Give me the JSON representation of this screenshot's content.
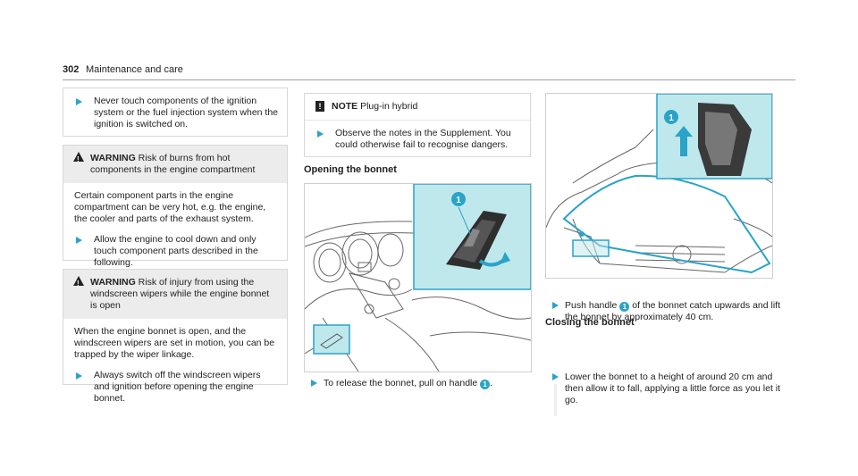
{
  "header": {
    "page_number": "302",
    "section_title": "Maintenance and care"
  },
  "left_column": {
    "intro_step": "Never touch components of the ignition system or the fuel injection system when the ignition is switched on.",
    "warning1": {
      "label": "WARNING",
      "title": "Risk of burns from hot components in the engine compartment",
      "body": "Certain component parts in the engine compartment can be very hot, e.g. the engine, the cooler and parts of the exhaust system.",
      "step": "Allow the engine to cool down and only touch component parts described in the following."
    },
    "warning2": {
      "label": "WARNING",
      "title": "Risk of injury from using the windscreen wipers while the engine bonnet is open",
      "body": "When the engine bonnet is open, and the windscreen wipers are set in motion, you can be trapped by the wiper linkage.",
      "step": "Always switch off the windscreen wipers and ignition before opening the engine bonnet."
    }
  },
  "middle_column": {
    "note": {
      "label": "NOTE",
      "title": "Plug-in hybrid",
      "step": "Observe the notes in the Supplement. You could otherwise fail to recognise dangers."
    },
    "section_heading": "Opening the bonnet",
    "figure_callout": "1",
    "step_before": "To release the bonnet, pull on handle",
    "step_after": ".",
    "step_callout": "1"
  },
  "right_column": {
    "figure_callout": "1",
    "step1_before": "Push handle",
    "step1_callout": "1",
    "step1_after": "of the bonnet catch upwards and lift the bonnet by approximately 40 cm.",
    "section_heading": "Closing the bonnet",
    "step2": "Lower the bonnet to a height of around 20 cm and then allow it to fall, applying a little force as you let it go."
  },
  "colors": {
    "accent": "#2aa3c8",
    "highlight": "#bfe8ec",
    "box_header": "#ececec"
  }
}
